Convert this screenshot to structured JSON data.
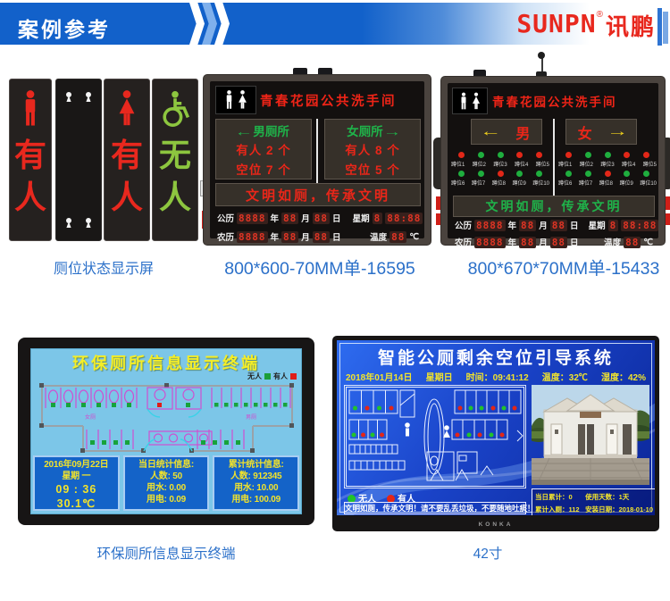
{
  "header": {
    "title": "案例参考",
    "logo": {
      "brand": "SUNPN",
      "reg": "®",
      "brand_cn": "讯鹏"
    }
  },
  "row1": {
    "status_board": {
      "caption": "厕位状态显示屏",
      "strips": [
        {
          "icon": "male-icon",
          "label": "有人",
          "state": "occupied"
        },
        {
          "icon": "",
          "label": "",
          "state": "blank"
        },
        {
          "icon": "female-icon",
          "label": "有人",
          "state": "occupied"
        },
        {
          "icon": "wheelchair-icon",
          "label": "无人",
          "state": "vacant"
        }
      ],
      "colors": {
        "occupied": "#e8281e",
        "vacant": "#8dc63f"
      }
    },
    "led_a": {
      "caption": "800*600-70MM单-16595",
      "title": "青春花园公共洗手间",
      "men": {
        "arrow": "←",
        "name": "男厕所",
        "occupied": "有人 2 个",
        "vacant": "空位 7 个"
      },
      "women": {
        "name": "女厕所",
        "arrow": "→",
        "occupied": "有人 8 个",
        "vacant": "空位 5 个"
      },
      "banner": "文明如厕，传承文明"
    },
    "led_b": {
      "caption": "800*670*70MM单-15433",
      "title": "青春花园公共洗手间",
      "men": {
        "arrow": "←",
        "name": "男"
      },
      "women": {
        "name": "女",
        "arrow": "→"
      },
      "stall_rows": [
        {
          "dots": [
            "R",
            "G",
            "G",
            "R",
            "R"
          ],
          "labels": [
            "蹲位1",
            "蹲位2",
            "蹲位3",
            "蹲位4",
            "蹲位5"
          ]
        },
        {
          "dots": [
            "G",
            "G",
            "R",
            "G",
            "G"
          ],
          "labels": [
            "蹲位6",
            "蹲位7",
            "蹲位8",
            "蹲位9",
            "蹲位10"
          ]
        }
      ],
      "banner": "文明如厕，传承文明"
    },
    "led_clock": {
      "solar": "公历",
      "lunar": "农历",
      "year_digits": "8888",
      "year": "年",
      "month_digits": "88",
      "month": "月",
      "day_digits": "88",
      "day": "日",
      "week_label": "星期",
      "week_digit": "8",
      "time_digits": "88:88",
      "temp_label": "温度",
      "temp_digits": "88",
      "temp_unit": "℃",
      "led_red": "#e03424",
      "led_green": "#1fae3e"
    }
  },
  "row2": {
    "monitor_a": {
      "caption": "环保厕所信息显示终端",
      "title": "环保厕所信息显示终端",
      "legend": {
        "vacant": "无人",
        "occupied": "有人",
        "vacant_color": "#1c9e38",
        "occupied_color": "#e01d18"
      },
      "datetime": {
        "date": "2016年09月22日",
        "week": "星期 一",
        "time": "09 : 36",
        "temp": "30.1℃"
      },
      "today": {
        "title": "当日统计信息:",
        "rows": [
          "人数: 50",
          "用水: 0.00",
          "用电: 0.09"
        ]
      },
      "total": {
        "title": "累计统计信息:",
        "rows": [
          "人数: 912345",
          "用水: 10.00",
          "用电: 100.09"
        ]
      }
    },
    "monitor_b": {
      "caption": "42寸",
      "title": "智能公厕剩余空位引导系统",
      "info": {
        "date": "2018年01月14日",
        "week": "星期日",
        "time": "时间：09:41:12",
        "temp": "温度：32℃",
        "humidity": "湿度：42%"
      },
      "legend": {
        "vacant": "无人",
        "occupied": "有人"
      },
      "message": "文明如厕，传承文明！请不要乱丢垃圾，不要随地吐痰！",
      "stats": {
        "today": "当日累计：0",
        "days": "使用天数：1天",
        "total": "累计入厕：112",
        "install": "安装日期：2018-01-10"
      },
      "brand": "KONKA"
    }
  }
}
